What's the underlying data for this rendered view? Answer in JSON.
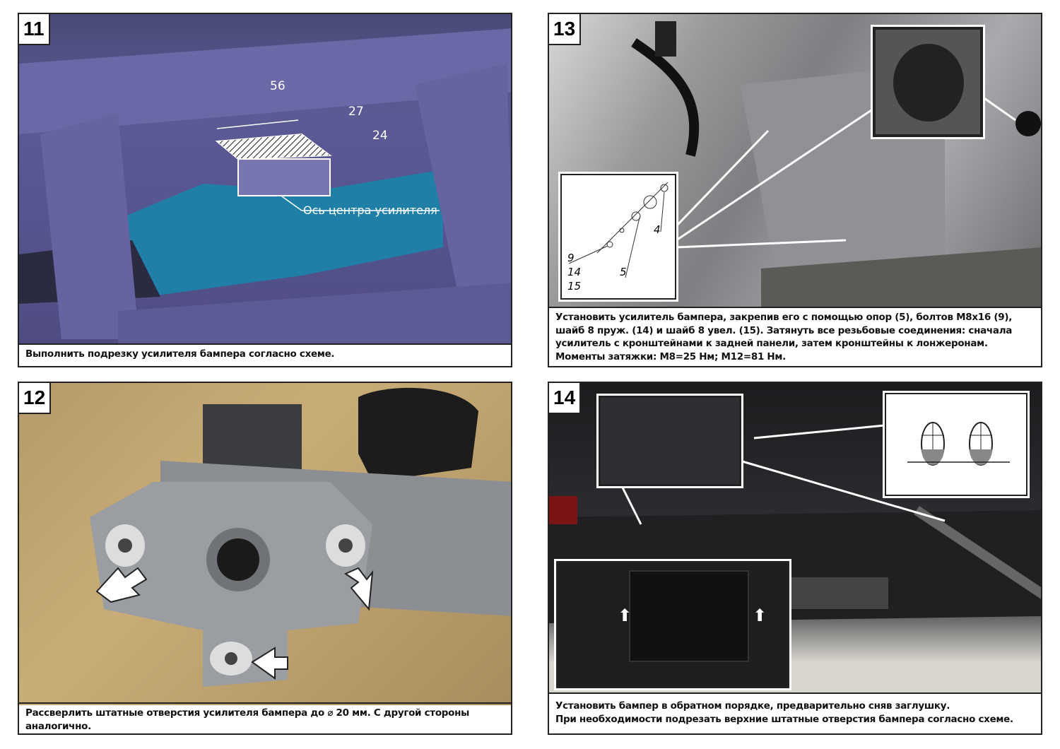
{
  "steps": [
    {
      "number": "11",
      "caption": "Выполнить подрезку усилителя бампера согласно схеме.",
      "dims": {
        "d1": "56",
        "d2": "27",
        "d3": "24"
      },
      "axis_label": "Ось центра усилителя"
    },
    {
      "number": "12",
      "caption": "Рассверлить штатные отверстия усилителя бампера до ⌀ 20 мм. С другой стороны аналогично."
    },
    {
      "number": "13",
      "caption": "Установить усилитель бампера, закрепив его с помощью опор (5), болтов М8х16 (9), шайб 8 пруж. (14) и шайб 8 увел. (15). Затянуть все резьбовые соединения: сначала усилитель с кронштейнами к задней панели, затем кронштейны к лонжеронам. Моменты затяжки: М8=25 Нм; М12=81 Нм.",
      "parts": {
        "p9": "9",
        "p14": "14",
        "p15": "15",
        "p5": "5",
        "p4": "4"
      }
    },
    {
      "number": "14",
      "caption_line1": "Установить бампер в обратном порядке, предварительно сняв заглушку.",
      "caption_line2": "При необходимости подрезать верхние штатные отверстия бампера согласно схеме."
    }
  ]
}
